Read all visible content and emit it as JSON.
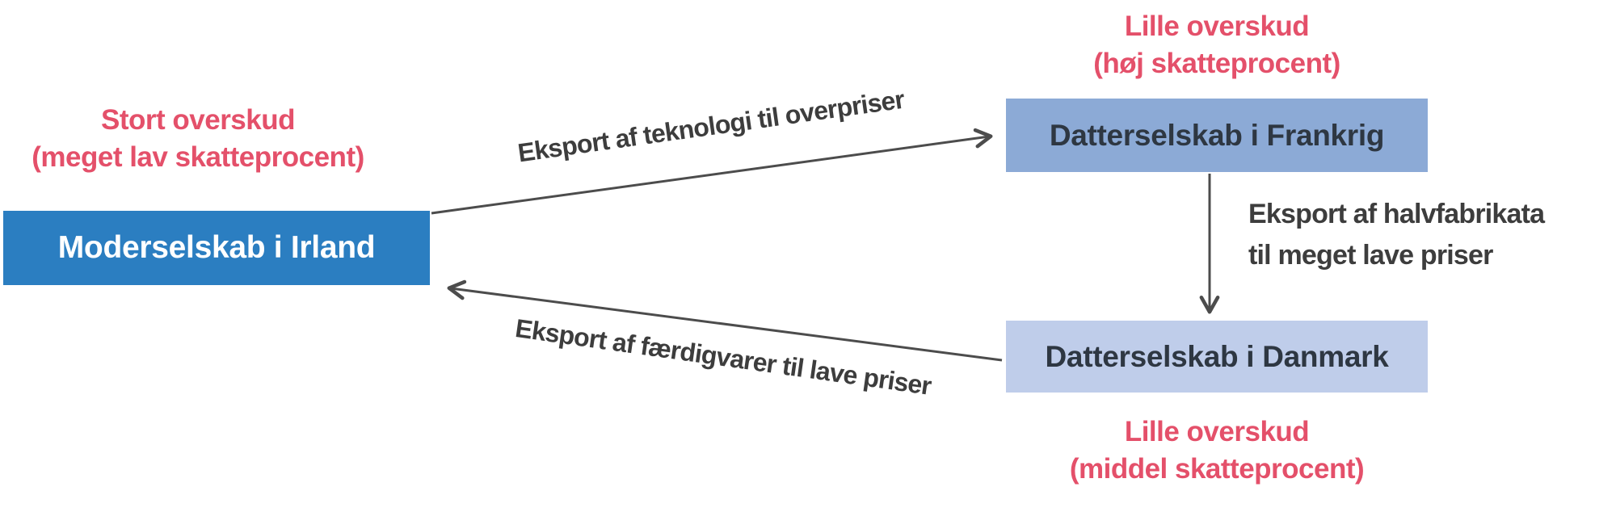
{
  "diagram": {
    "title_hint": "transfer-pricing-flow",
    "background": "#ffffff",
    "nodes": {
      "ireland": {
        "label": "Moderselskab i Irland",
        "bg": "#2b7ec1",
        "text_color": "#ffffff"
      },
      "france": {
        "label": "Datterselskab i Frankrig",
        "bg": "#8caad6",
        "text_color": "#2e3742"
      },
      "denmark": {
        "label": "Datterselskab i Danmark",
        "bg": "#bfcdea",
        "text_color": "#2e3742"
      }
    },
    "notes": {
      "ireland": {
        "line1": "Stort overskud",
        "line2": "(meget lav skatteprocent)",
        "color": "#e4506a"
      },
      "france": {
        "line1": "Lille overskud",
        "line2": "(høj skatteprocent)",
        "color": "#e4506a"
      },
      "denmark": {
        "line1": "Lille overskud",
        "line2": "(middel skatteprocent)",
        "color": "#e4506a"
      }
    },
    "flows": {
      "ireland_to_france": {
        "label": "Eksport af teknologi til overpriser",
        "from": "Moderselskab i Irland",
        "to": "Datterselskab i Frankrig"
      },
      "france_to_denmark": {
        "label_line1": "Eksport af halvfabrikata",
        "label_line2": "til meget lave priser",
        "from": "Datterselskab i Frankrig",
        "to": "Datterselskab i Danmark"
      },
      "denmark_to_ireland": {
        "label": "Eksport af færdigvarer til lave priser",
        "from": "Datterselskab i Danmark",
        "to": "Moderselskab i Irland"
      }
    },
    "colors": {
      "note_red": "#e4506a",
      "arrow": "#4c4c4c",
      "flow_label": "#3d3d3d"
    }
  }
}
